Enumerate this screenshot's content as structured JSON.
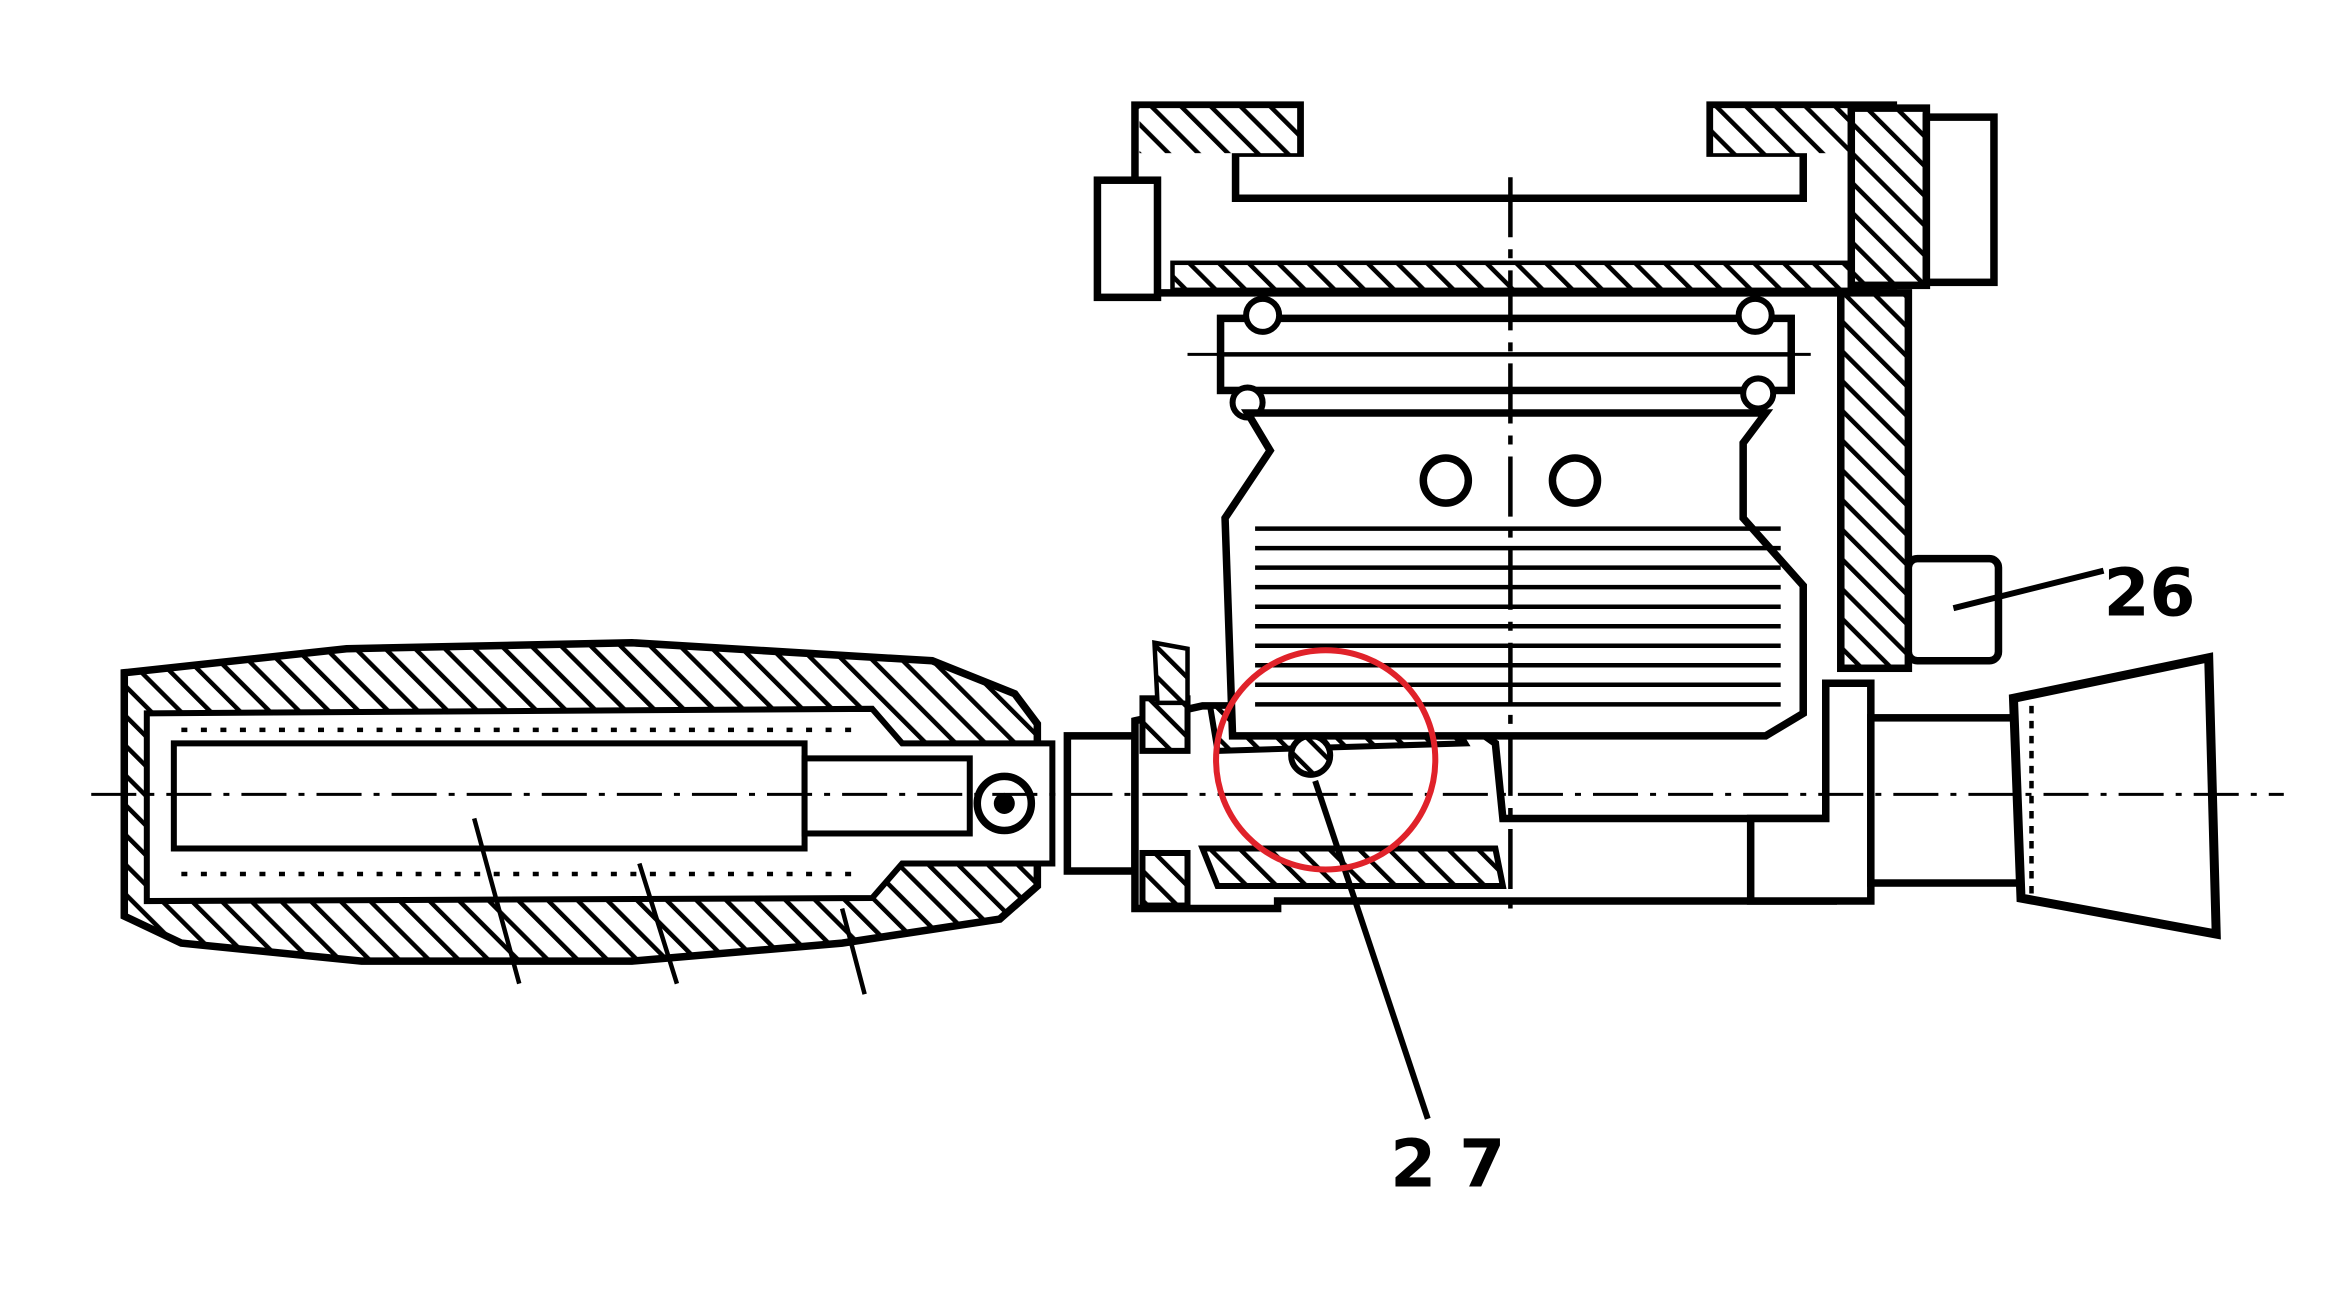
{
  "diagram": {
    "callouts": [
      {
        "id": "26",
        "label": "26"
      },
      {
        "id": "27",
        "label": "2 7"
      }
    ],
    "colors": {
      "ink": "#000000",
      "paper": "#ffffff",
      "highlight": "#e0222a"
    }
  }
}
